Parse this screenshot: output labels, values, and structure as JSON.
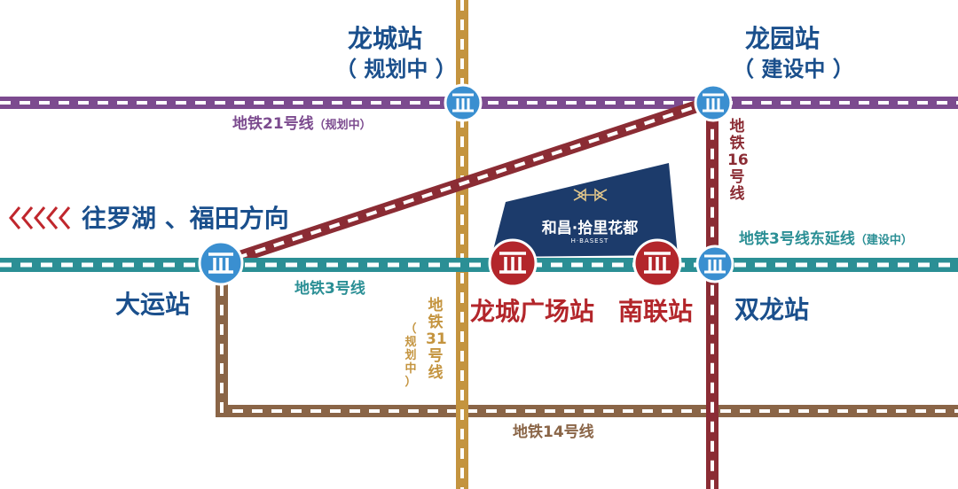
{
  "direction": {
    "text": "往罗湖 、福田方向",
    "arrow_icon": "chevron-left-multi-icon"
  },
  "colors": {
    "line21": "#7c4b8f",
    "line31": "#c4943f",
    "line16": "#8b2c34",
    "line3": "#2b8f95",
    "line14": "#8a6547",
    "station_blue": "#1a4f8c",
    "station_red": "#b3262b",
    "project_navy": "#1c3b6b"
  },
  "stations": {
    "longcheng": {
      "name": "龙城站",
      "status": "（ 规划中 ）"
    },
    "longyuan": {
      "name": "龙园站",
      "status": "（ 建设中 ）"
    },
    "dayun": {
      "name": "大运站"
    },
    "longcheng_square": {
      "name": "龙城广场站"
    },
    "nanlian": {
      "name": "南联站"
    },
    "shuanglong": {
      "name": "双龙站"
    }
  },
  "lines": {
    "line21": {
      "name": "地铁21号线",
      "note": "（规划中）"
    },
    "line16": {
      "chars": [
        "地",
        "铁",
        "16",
        "号",
        "线"
      ]
    },
    "line3_ext": {
      "name": "地铁3号线东延线",
      "note": "（建设中）"
    },
    "line3": {
      "name": "地铁3号线"
    },
    "line31": {
      "chars": [
        "地",
        "铁",
        "31",
        "号",
        "线"
      ],
      "note_chars": [
        "（",
        "规",
        "划",
        "中",
        "）"
      ]
    },
    "line14": {
      "name": "地铁14号线"
    }
  },
  "project": {
    "name": "和昌·拾里花都",
    "subtitle": "H·BASEST"
  }
}
